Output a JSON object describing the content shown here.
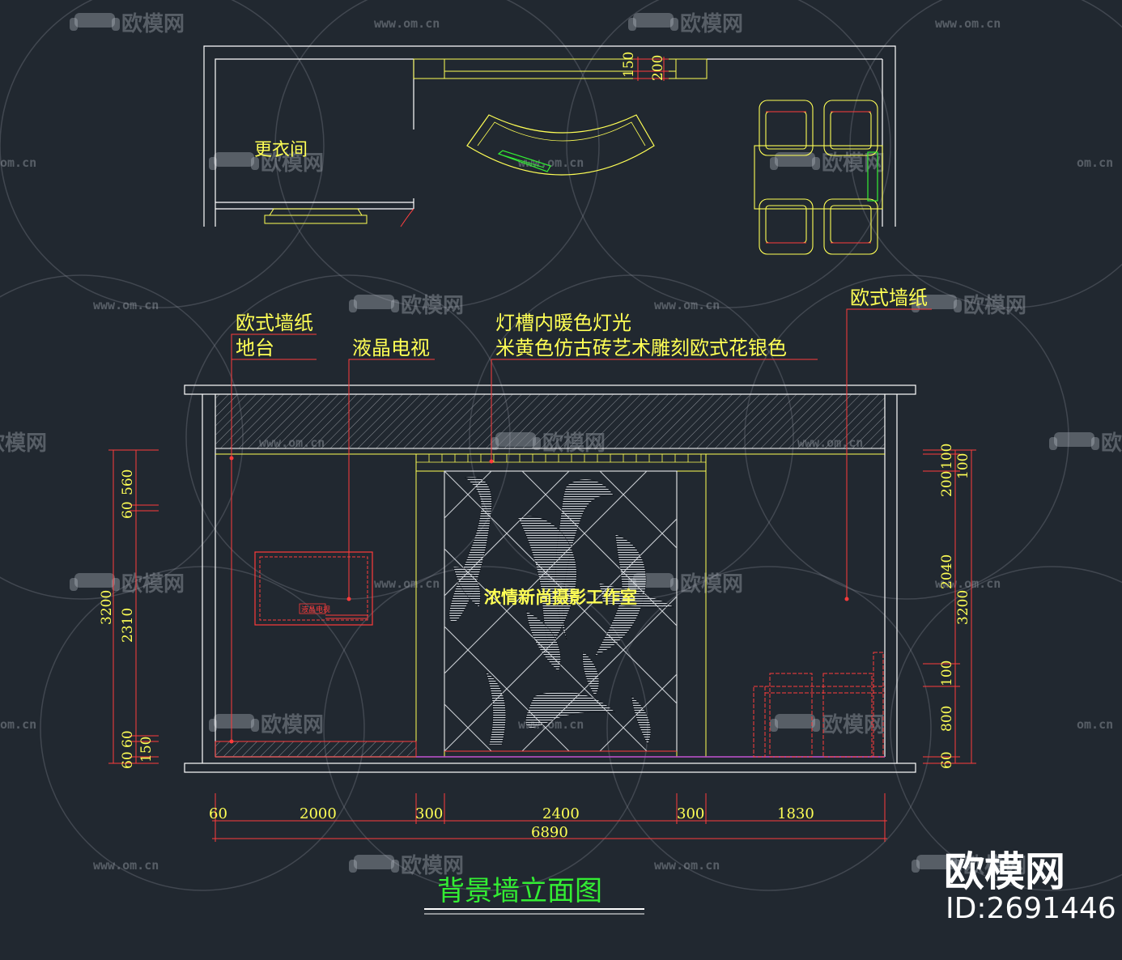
{
  "colors": {
    "background": "#212830",
    "wall_line": "#ffffff",
    "furniture": "#ffff55",
    "dimension": "#ff3b3b",
    "leader": "#ff3b3b",
    "annotation_text": "#ffff55",
    "accent_green": "#33ee33",
    "purple_floor": "#b040c0",
    "watermark": "rgba(190,196,204,0.35)",
    "watermark_line": "rgba(150,156,164,0.28)"
  },
  "plan": {
    "dim_top_a": "150",
    "dim_top_b": "200",
    "dressing_room": "更衣间"
  },
  "callouts": {
    "wallpaper_left": "欧式墙纸",
    "platform": "地台",
    "lcd_tv": "液晶电视",
    "light_trough": "灯槽内暖色灯光",
    "tile_carving": "米黄色仿古砖艺术雕刻欧式花银色",
    "wallpaper_right": "欧式墙纸"
  },
  "elevation": {
    "studio_name": "浓情新尚摄影工作室",
    "tv_label": "液晶电视"
  },
  "dims_left": {
    "outer_total": "3200",
    "d560": "560",
    "d60a": "60",
    "d2310": "2310",
    "d60b": "60",
    "d60c": "60",
    "d150": "150"
  },
  "dims_right": {
    "d100a": "100",
    "d200": "200",
    "d100b": "100",
    "d2040": "2040",
    "d3200": "3200",
    "d100c": "100",
    "d800": "800",
    "d60": "60"
  },
  "dims_bottom": {
    "d60": "60",
    "d2000": "2000",
    "d300a": "300",
    "d2400": "2400",
    "d300b": "300",
    "d1830": "1830",
    "total": "6890"
  },
  "title": "背景墙立面图",
  "watermark": {
    "brand": "欧模网",
    "url": "www.om.cn",
    "url_short": "om.cn"
  },
  "brand_badge": {
    "name": "欧模网",
    "id": "ID:2691446"
  }
}
